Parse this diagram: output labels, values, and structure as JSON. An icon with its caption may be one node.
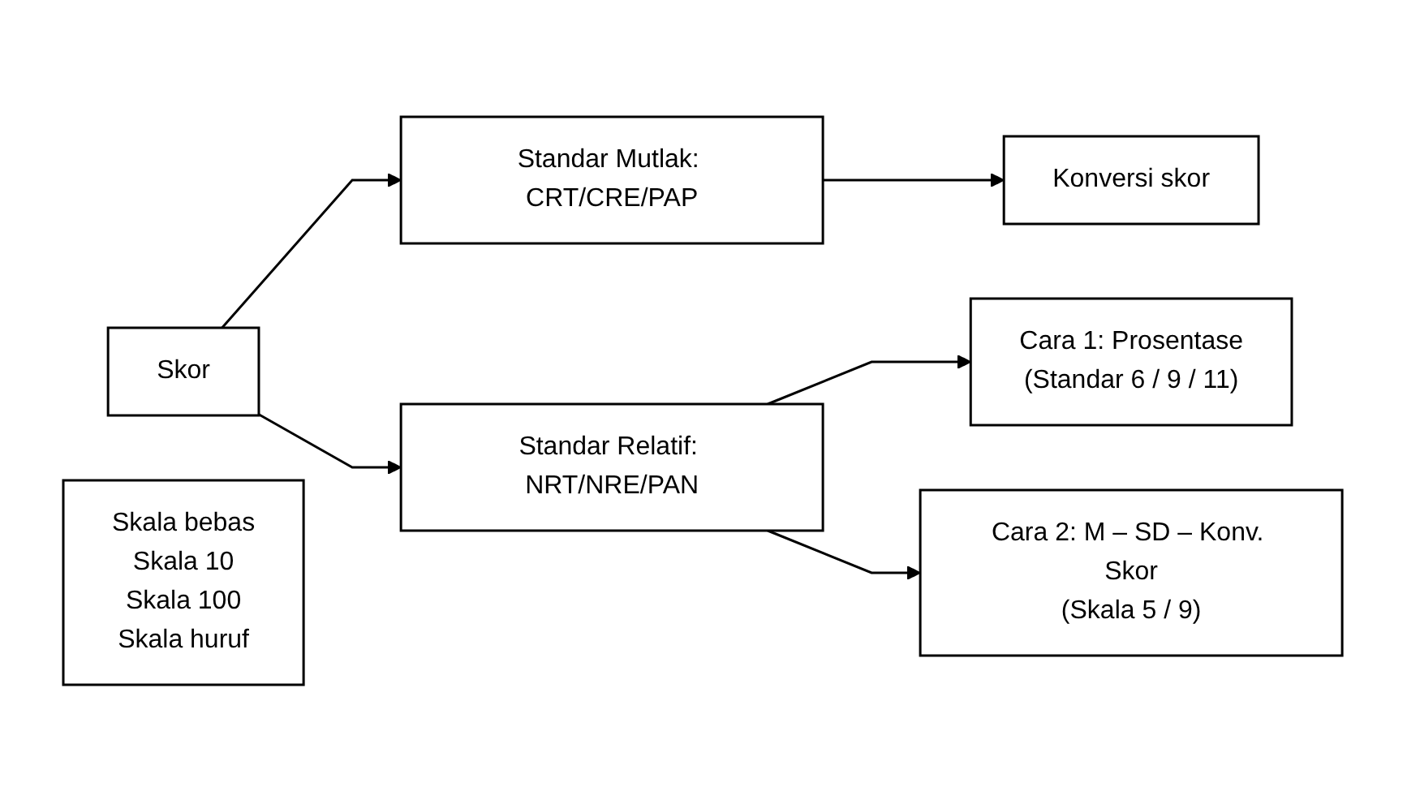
{
  "diagram": {
    "nodes": [
      {
        "text": [
          "Skor"
        ]
      },
      {
        "text": [
          "Standar Mutlak: CRT/CRE/PAP"
        ]
      },
      {
        "text": [
          "Konversi skor"
        ]
      },
      {
        "text": [
          "Skala bebas",
          "Skala 10",
          "Skala 100",
          "Skala huruf"
        ]
      },
      {
        "text": [
          "Standar Relatif: NRT/NRE/PAN"
        ]
      },
      {
        "text": [
          "Cara 1: Prosentase",
          "(Standar 6 / 9 / 11)"
        ]
      },
      {
        "text": [
          "Cara 2: M – SD – Konv. Skor",
          "(Skala 5 / 9)"
        ]
      }
    ],
    "edges": [
      {
        "from": 0,
        "to": 1,
        "arrow": "to"
      },
      {
        "from": 0,
        "to": 4,
        "arrow": "to"
      },
      {
        "from": 1,
        "to": 2,
        "arrow": "to"
      },
      {
        "from": 4,
        "to": 5,
        "arrow": "to"
      },
      {
        "from": 4,
        "to": 6,
        "arrow": "to"
      }
    ]
  }
}
